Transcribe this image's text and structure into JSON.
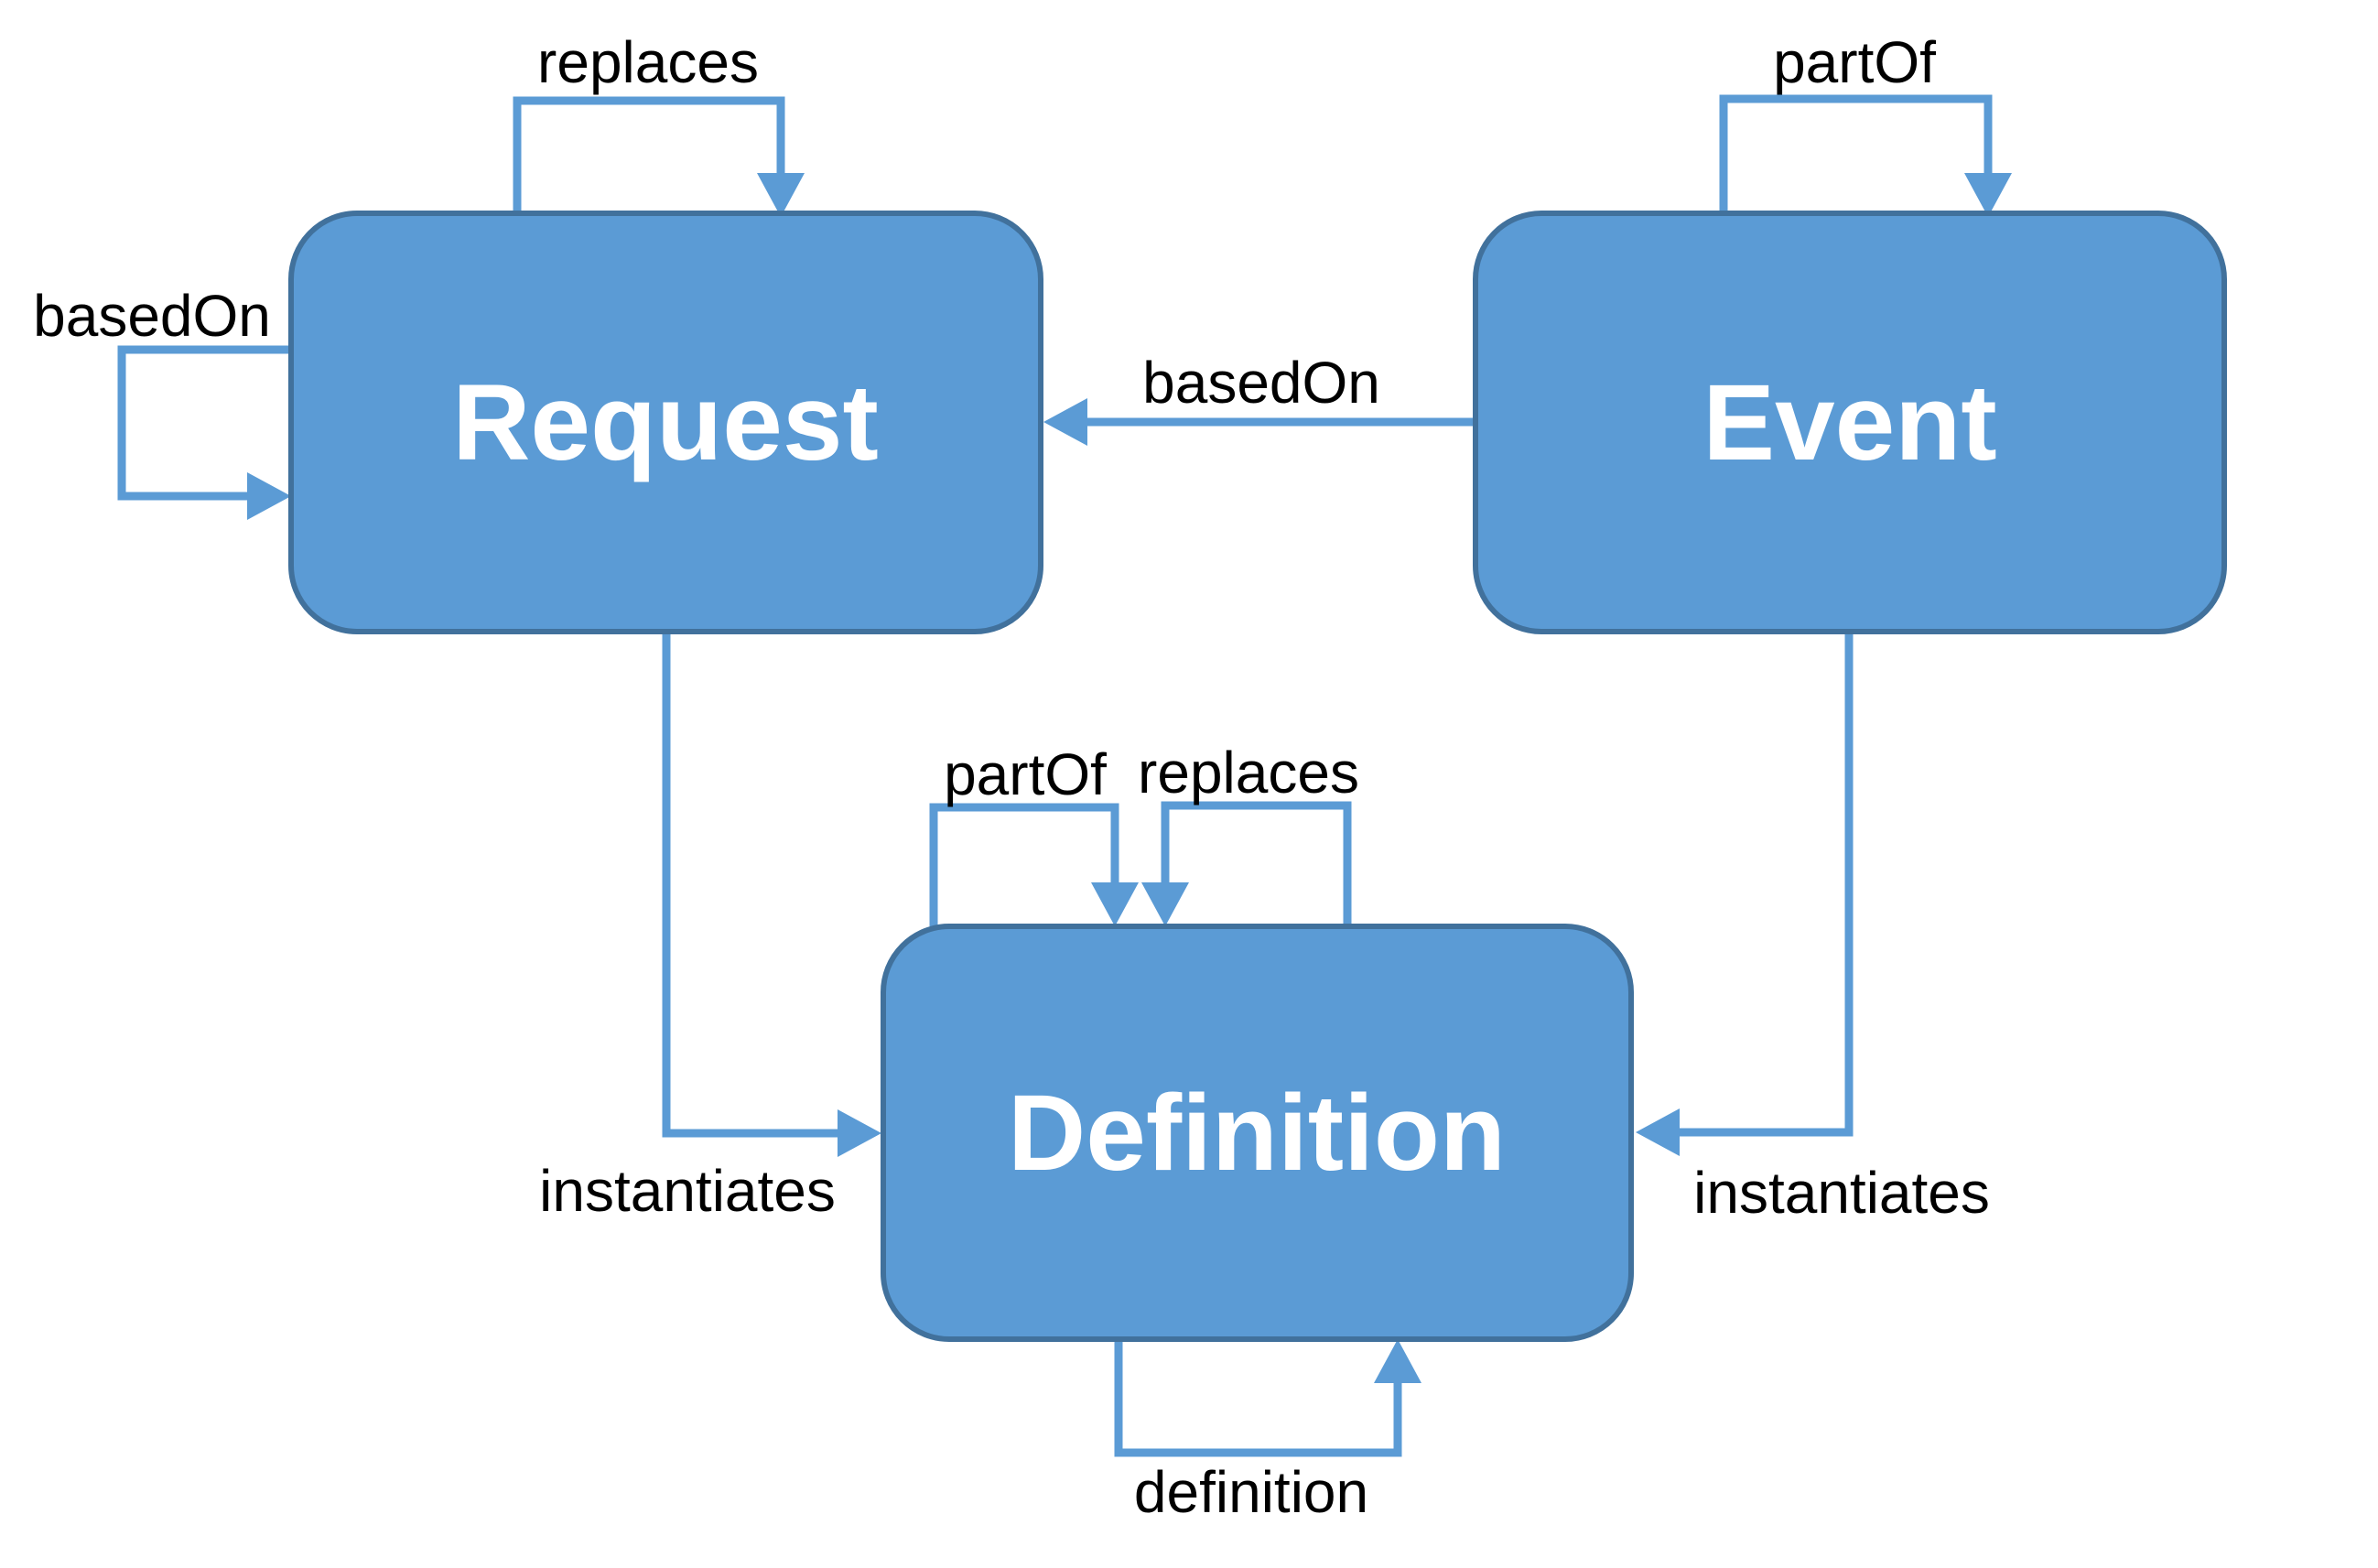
{
  "diagram": {
    "type": "entity-relationship",
    "nodes": [
      {
        "id": "request",
        "label": "Request"
      },
      {
        "id": "event",
        "label": "Event"
      },
      {
        "id": "definition",
        "label": "Definition"
      }
    ],
    "edges": [
      {
        "label": "replaces",
        "from": "request",
        "to": "request",
        "kind": "self-loop-top"
      },
      {
        "label": "basedOn",
        "from": "request",
        "to": "request",
        "kind": "self-loop-left"
      },
      {
        "label": "partOf",
        "from": "event",
        "to": "event",
        "kind": "self-loop-top"
      },
      {
        "label": "basedOn",
        "from": "event",
        "to": "request",
        "kind": "straight-left"
      },
      {
        "label": "instantiates",
        "from": "request",
        "to": "definition",
        "kind": "elbow-down-right"
      },
      {
        "label": "instantiates",
        "from": "event",
        "to": "definition",
        "kind": "elbow-down-left"
      },
      {
        "label": "partOf",
        "from": "definition",
        "to": "definition",
        "kind": "self-loop-top-left"
      },
      {
        "label": "replaces",
        "from": "definition",
        "to": "definition",
        "kind": "self-loop-top-right"
      },
      {
        "label": "definition",
        "from": "definition",
        "to": "definition",
        "kind": "self-loop-bottom"
      }
    ]
  },
  "colors": {
    "node_fill": "#5B9BD5",
    "node_border": "#41719C",
    "edge_stroke": "#5B9BD5",
    "node_label": "#FFFFFF",
    "edge_label": "#000000",
    "background": "#FFFFFF"
  }
}
